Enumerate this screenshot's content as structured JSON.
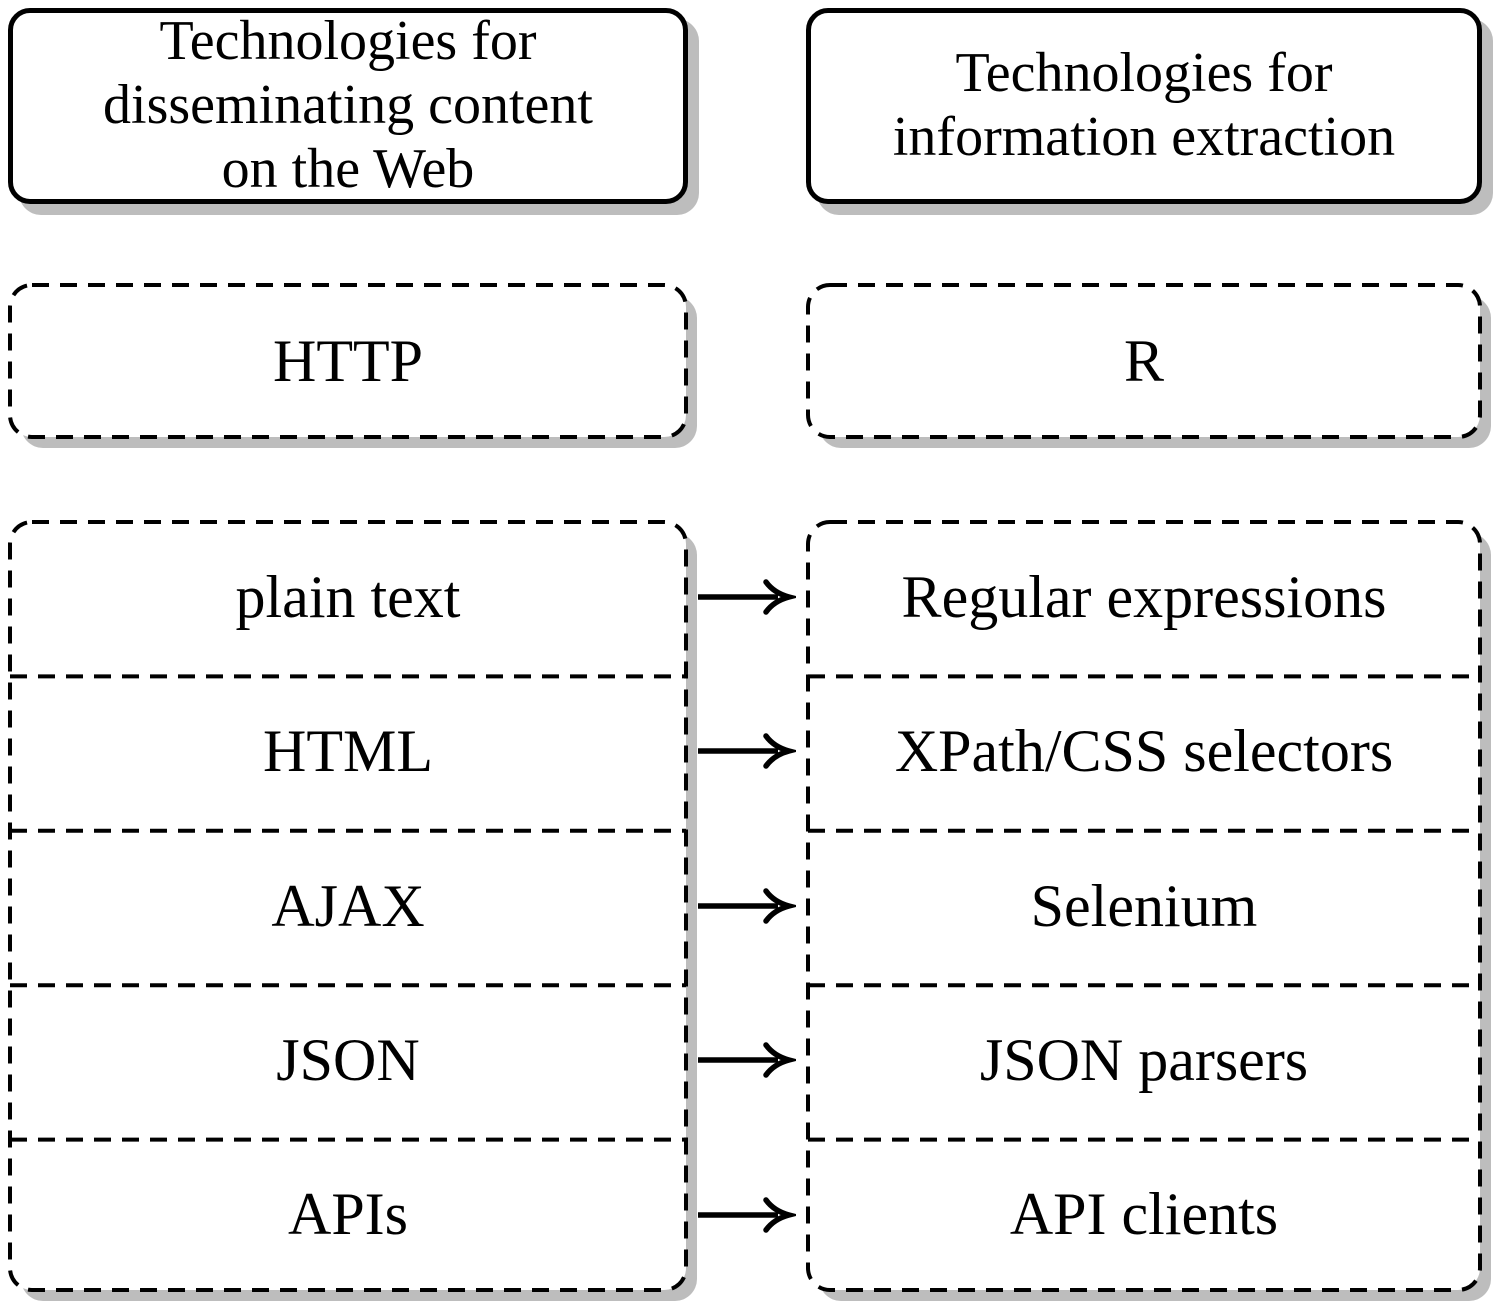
{
  "columns": [
    {
      "header_lines": [
        "Technologies for",
        "disseminating content",
        "on the Web"
      ],
      "protocol": "HTTP",
      "items": [
        "plain text",
        "HTML",
        "AJAX",
        "JSON",
        "APIs"
      ]
    },
    {
      "header_lines": [
        "Technologies for",
        "information extraction"
      ],
      "protocol": "R",
      "items": [
        "Regular expressions",
        "XPath/CSS selectors",
        "Selenium",
        "JSON parsers",
        "API clients"
      ]
    }
  ],
  "mappings": [
    {
      "from": "plain text",
      "to": "Regular expressions"
    },
    {
      "from": "HTML",
      "to": "XPath/CSS selectors"
    },
    {
      "from": "AJAX",
      "to": "Selenium"
    },
    {
      "from": "JSON",
      "to": "JSON parsers"
    },
    {
      "from": "APIs",
      "to": "API clients"
    }
  ],
  "colors": {
    "border": "#000000",
    "fill": "#ffffff",
    "shadow": "#bdbdbd",
    "text": "#000000"
  }
}
